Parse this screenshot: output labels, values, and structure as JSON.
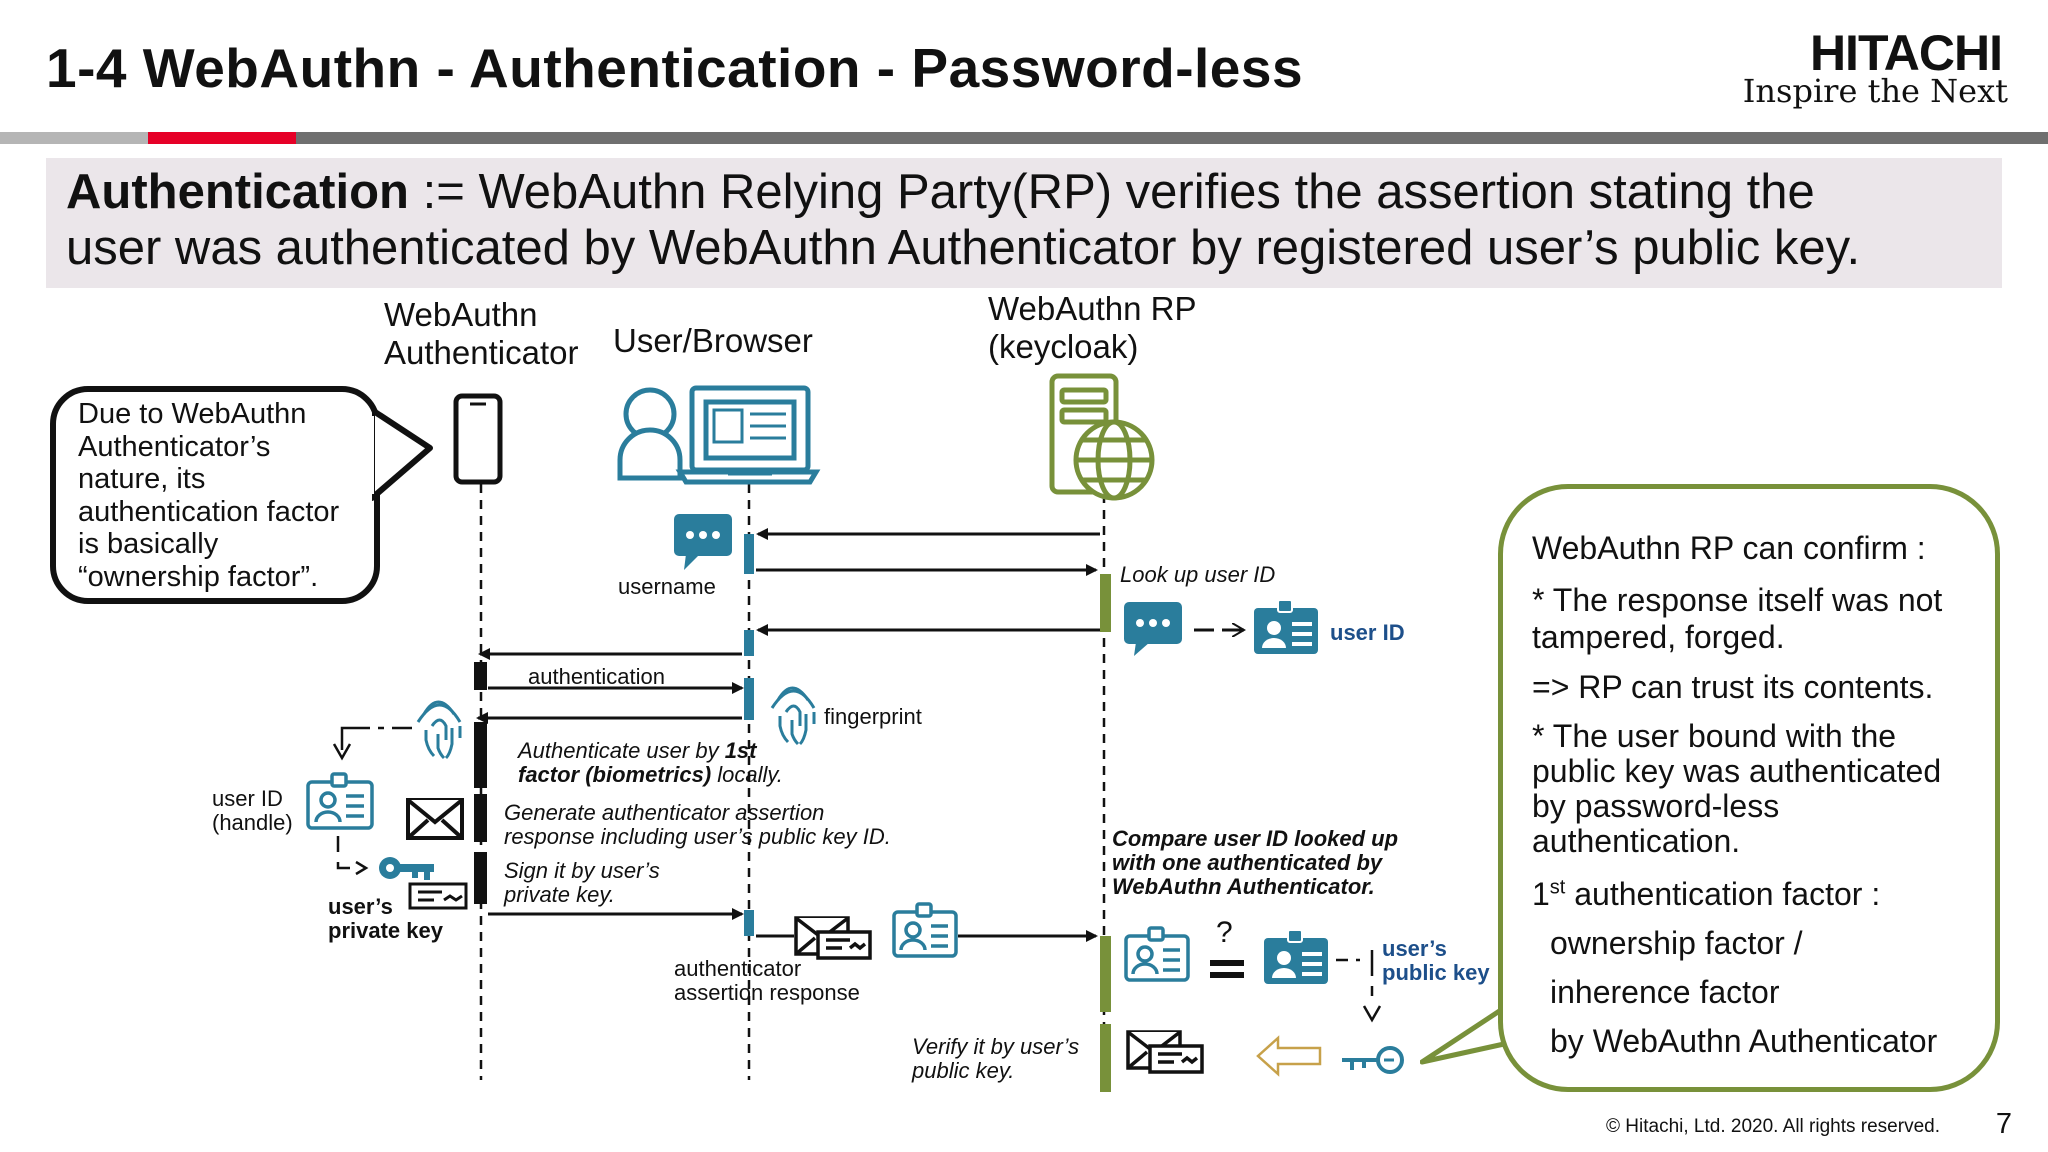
{
  "header": {
    "title": "1-4 WebAuthn - Authentication - Password-less",
    "logo_word": "HITACHI",
    "logo_tagline": "Inspire the Next"
  },
  "definition": {
    "term": "Authentication",
    "line1_rest": " := WebAuthn Relying Party(RP) verifies the assertion stating the",
    "line2": "user was authenticated by WebAuthn Authenticator by registered user’s public key."
  },
  "actors": {
    "authenticator_line1": "WebAuthn",
    "authenticator_line2": "Authenticator",
    "browser": "User/Browser",
    "rp_line1": "WebAuthn RP",
    "rp_line2": "(keycloak)"
  },
  "left_bubble": {
    "lines": [
      "Due to WebAuthn",
      "Authenticator’s",
      "nature, its",
      "authentication factor",
      "is basically",
      "“ownership factor”."
    ]
  },
  "labels": {
    "username": "username",
    "look_up": "Look up user ID",
    "user_id": "user ID",
    "authentication": "authentication",
    "fingerprint": "fingerprint",
    "auth_user_a": "Authenticate user by ",
    "auth_user_b": "1st",
    "auth_user_c": "factor (biometrics)",
    "auth_user_d": " locally.",
    "gen_1": "Generate authenticator assertion",
    "gen_2": "response including user’s public key ID.",
    "sign_1": "Sign it by user’s",
    "sign_2": "private key.",
    "user_id_handle_1": "user ID",
    "user_id_handle_2": "(handle)",
    "private_key_1": "user’s",
    "private_key_2": "private key",
    "assertion_1": "authenticator",
    "assertion_2": "assertion response",
    "compare_1": "Compare user ID looked up",
    "compare_2": "with one authenticated by",
    "compare_3": "WebAuthn Authenticator.",
    "question": "?",
    "public_key_1": "user’s",
    "public_key_2": "public key",
    "verify_1": "Verify it by user’s",
    "verify_2": "public key."
  },
  "right_bubble": {
    "l1": "WebAuthn RP can confirm :",
    "l2": "* The response itself was not",
    "l3": "tampered, forged.",
    "l4": "=> RP can trust its contents.",
    "l5": "* The user bound with the",
    "l6": "public key was authenticated",
    "l7": "by password-less",
    "l8": "authentication.",
    "l9a": "1",
    "l9sup": "st",
    "l9b": " authentication factor :",
    "l10": "ownership factor /",
    "l11": "inherence factor",
    "l12": "by WebAuthn Authenticator"
  },
  "footer": {
    "copyright": "© Hitachi, Ltd. 2020. All rights reserved.",
    "page": "7"
  },
  "colors": {
    "accent_red": "#e60027",
    "teal": "#2a7d9c",
    "olive": "#78913a",
    "dark_blue": "#1d4f8a"
  }
}
